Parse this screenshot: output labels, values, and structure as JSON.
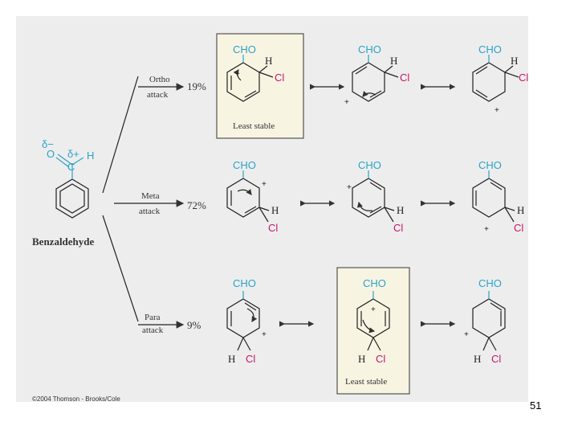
{
  "reactant": {
    "name": "Benzaldehyde",
    "delta_minus": "δ−",
    "delta_plus": "δ+",
    "o_atom": "O",
    "c_atom": "C",
    "h_atom": "H"
  },
  "labels": {
    "cho": "CHO",
    "h": "H",
    "cl": "Cl",
    "plus": "+",
    "least_stable": "Least stable"
  },
  "pathways": [
    {
      "name_line1": "Ortho",
      "name_line2": "attack",
      "percent": "19%"
    },
    {
      "name_line1": "Meta",
      "name_line2": "attack",
      "percent": "72%"
    },
    {
      "name_line1": "Para",
      "name_line2": "attack",
      "percent": "9%"
    }
  ],
  "footer": {
    "copyright": "©2004 Thomson - Brooks/Cole",
    "page_number": "51"
  },
  "colors": {
    "cho": "#2aa3c9",
    "cl": "#c2186b",
    "panel": "#ededed",
    "highlight": "#f8f4e2"
  }
}
